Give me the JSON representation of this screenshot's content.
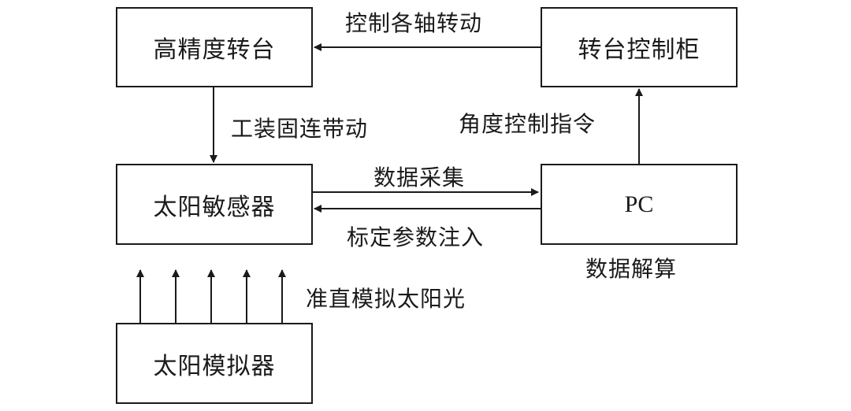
{
  "nodes": {
    "turntable": "高精度转台",
    "turntable_controller": "转台控制柜",
    "sun_sensor": "太阳敏感器",
    "pc": "PC",
    "sun_simulator": "太阳模拟器"
  },
  "edges": {
    "controller_to_turntable": "控制各轴转动",
    "turntable_to_sensor": "工装固连带动",
    "pc_to_controller": "角度控制指令",
    "sensor_to_pc": "数据采集",
    "pc_to_sensor": "标定参数注入",
    "simulator_to_sensor": "准直模拟太阳光"
  },
  "annotations": {
    "pc_caption": "数据解算"
  },
  "colors": {
    "stroke": "#1a1a1a",
    "background": "#ffffff"
  }
}
